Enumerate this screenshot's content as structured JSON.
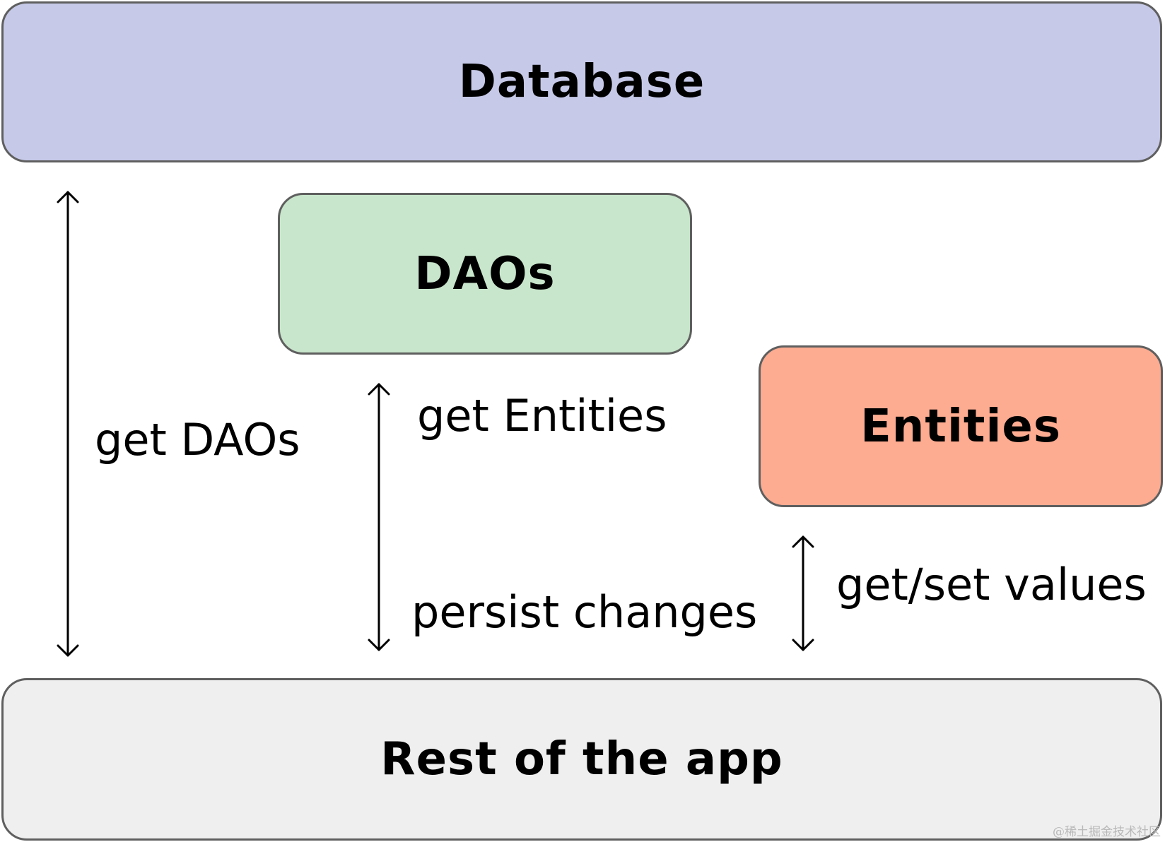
{
  "colors": {
    "database_fill": "#c6c9e8",
    "daos_fill": "#c8e6cb",
    "entities_fill": "#fdab91",
    "rest_fill": "#efefef",
    "border": "#5f5f5f",
    "arrow": "#000000"
  },
  "boxes": {
    "database": "Database",
    "daos": "DAOs",
    "entities": "Entities",
    "rest": "Rest of the app"
  },
  "labels": {
    "get_daos": "get DAOs",
    "get_entities": "get Entities",
    "persist_changes": "persist changes",
    "get_set_values": "get/set values"
  },
  "watermark": "@稀土掘金技术社区"
}
